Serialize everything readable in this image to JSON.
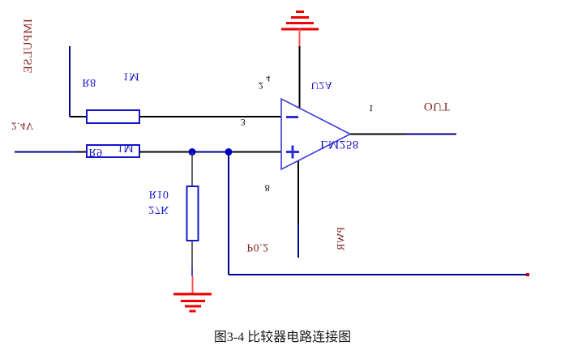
{
  "figure": {
    "caption": "图3-4 比较器电路连接图"
  },
  "schematic": {
    "net_labels": {
      "impulse": "IMPULSE",
      "ref_voltage": "2.4V",
      "output": "OUT",
      "power": "PWR",
      "port": "P0.2"
    },
    "components": {
      "r8": {
        "designator": "R8",
        "value": "1M"
      },
      "r9": {
        "designator": "R9",
        "value": "1M"
      },
      "r10": {
        "designator": "R10",
        "value": "27K"
      },
      "u2a": {
        "designator": "U2A",
        "part_number": "LM258",
        "inverting_symbol": "−",
        "noninverting_symbol": "+"
      }
    },
    "pin_numbers": {
      "pin1": "1",
      "pin2": "2",
      "pin3": "3",
      "pin4": "4",
      "pin8": "8"
    },
    "icons": {
      "ground_top": "ground-icon",
      "ground_bottom": "ground-icon"
    },
    "colors": {
      "wire_blue": "#00008B",
      "component_blue": "#1414C8",
      "opamp_blue": "#3A3AD6",
      "ground_red": "#EE0000",
      "label_dark_red": "#832222",
      "pin_text_black": "#000000"
    },
    "orientation_note": ""
  }
}
